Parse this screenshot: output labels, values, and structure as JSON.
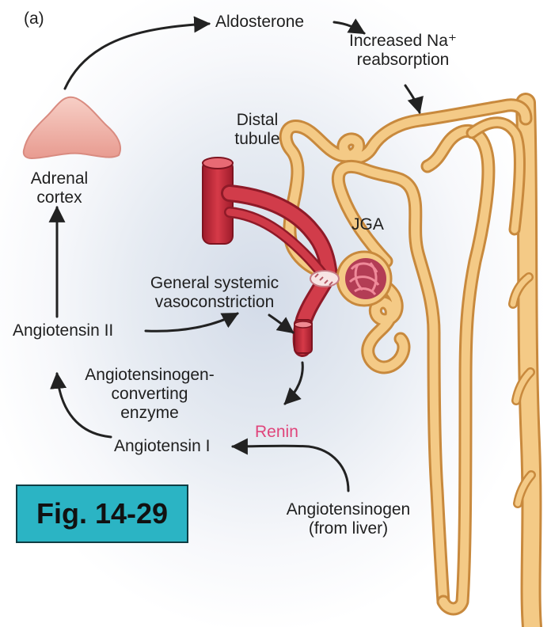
{
  "panel_label": "(a)",
  "labels": {
    "aldosterone": "Aldosterone",
    "increased_na_line1": "Increased Na⁺",
    "increased_na_line2": "reabsorption",
    "distal_line1": "Distal",
    "distal_line2": "tubule",
    "adrenal_line1": "Adrenal",
    "adrenal_line2": "cortex",
    "jga": "JGA",
    "vaso_line1": "General systemic",
    "vaso_line2": "vasoconstriction",
    "angiotensin_ii": "Angiotensin II",
    "ace_line1": "Angiotensinogen-",
    "ace_line2": "converting",
    "ace_line3": "enzyme",
    "renin": "Renin",
    "angiotensin_i": "Angiotensin I",
    "angiotensinogen_line1": "Angiotensinogen",
    "angiotensinogen_line2": "(from liver)"
  },
  "figure_badge": "Fig. 14-29",
  "colors": {
    "renin": "#e0457b",
    "badge": "#2bb4c4",
    "tubule_fill": "#f4ca86",
    "tubule_edge": "#c8893d",
    "artery": "#c72a3a",
    "gland": "#f2b7ae"
  }
}
